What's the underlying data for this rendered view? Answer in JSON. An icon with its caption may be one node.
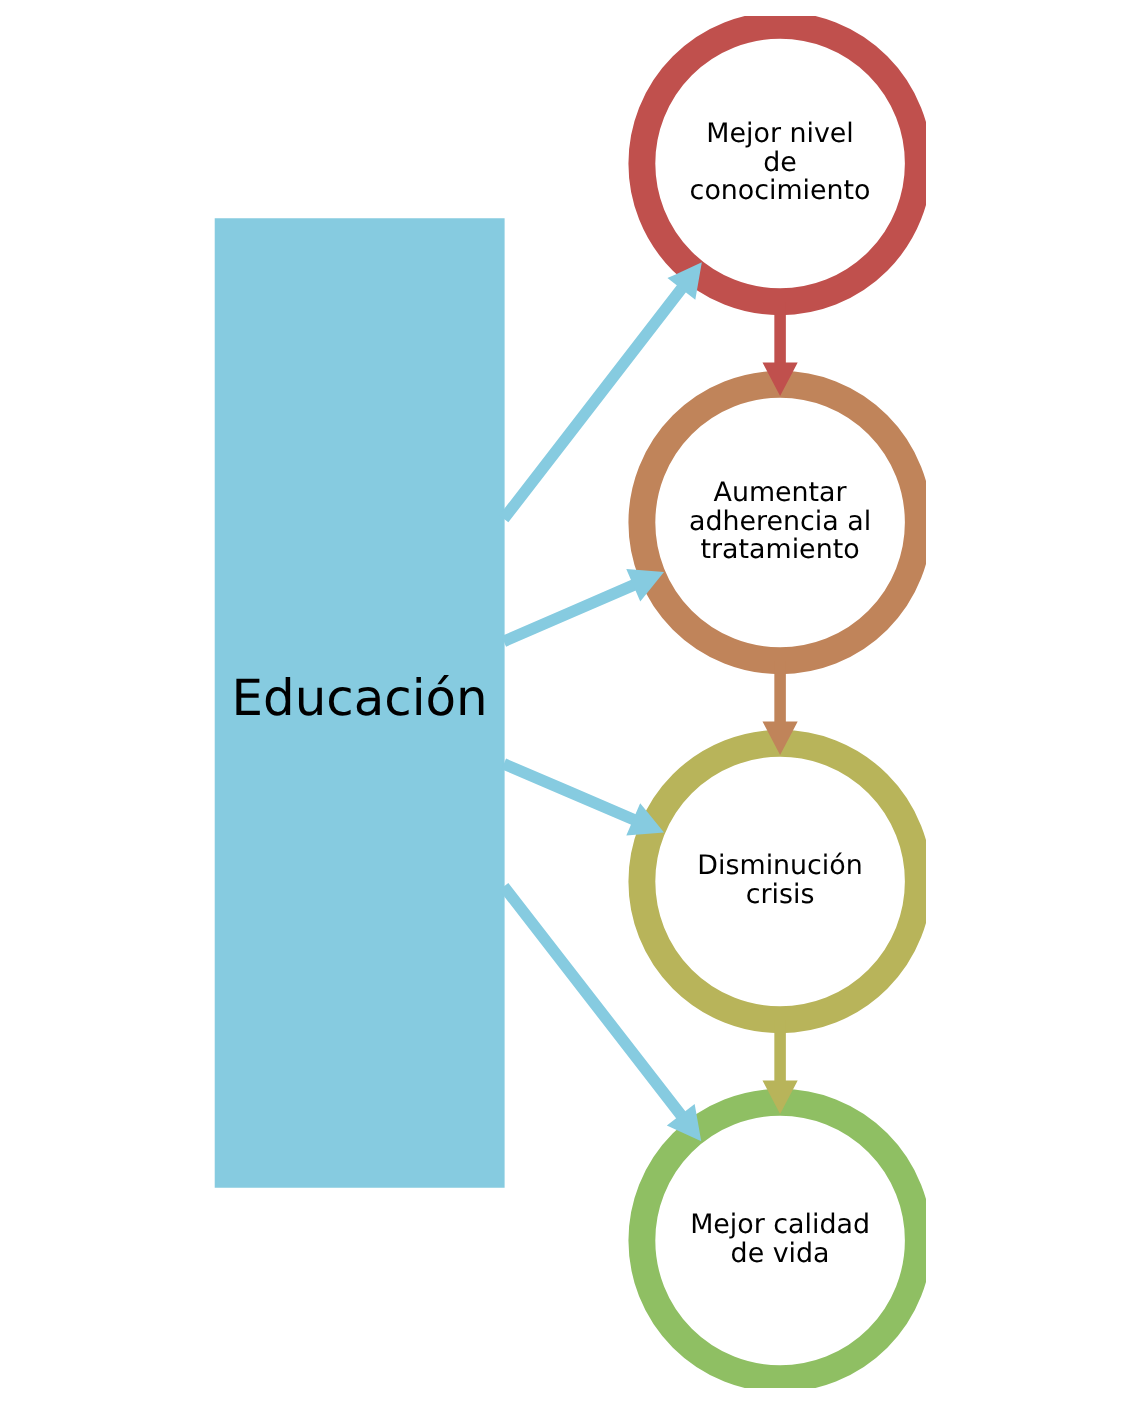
{
  "diagram": {
    "nodes": [
      {
        "text": [
          "Educación"
        ]
      },
      {
        "text": [
          "Mejor nivel de conocimiento"
        ]
      },
      {
        "text": [
          "Aumentar adherencia al tratamiento"
        ]
      },
      {
        "text": [
          "Disminución crisis"
        ]
      },
      {
        "text": [
          "Mejor calidad de vida"
        ]
      }
    ],
    "edges": [
      {
        "from": 0,
        "to": 1,
        "arrow": "to"
      },
      {
        "from": 0,
        "to": 2,
        "arrow": "to"
      },
      {
        "from": 0,
        "to": 3,
        "arrow": "to"
      },
      {
        "from": 0,
        "to": 4,
        "arrow": "to"
      },
      {
        "from": 1,
        "to": 2,
        "arrow": "to",
        "color": "#c0504d"
      },
      {
        "from": 2,
        "to": 3,
        "arrow": "to",
        "color": "#c0845a"
      },
      {
        "from": 3,
        "to": 4,
        "arrow": "to",
        "color": "#b8b45a"
      }
    ]
  }
}
